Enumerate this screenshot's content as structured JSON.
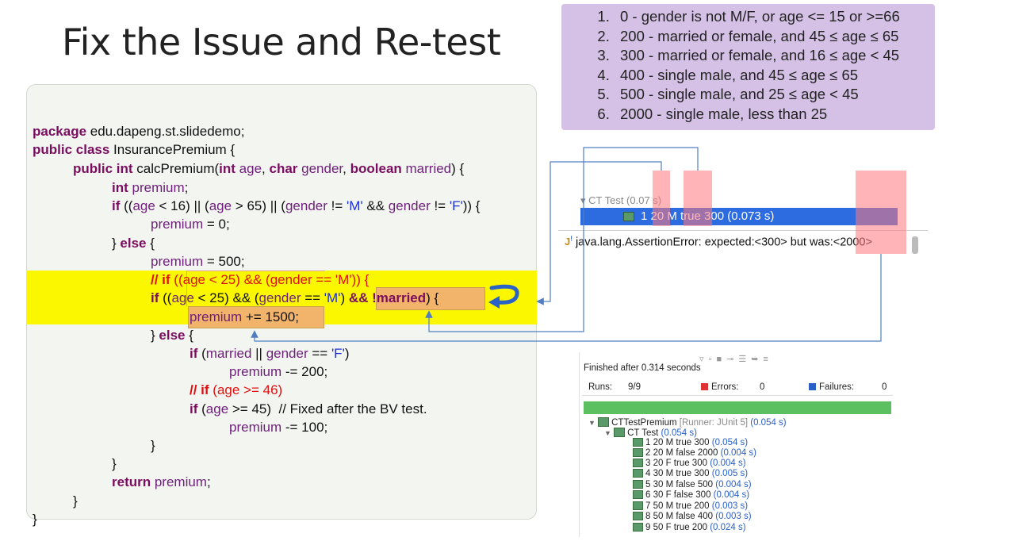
{
  "slide": {
    "title": "Fix the Issue and Re-test"
  },
  "legend": {
    "items": [
      "0 - gender is not M/F, or age <= 15 or >=66",
      "200 - married or female, and 45 ≤ age ≤ 65",
      "300 - married or female, and 16 ≤ age < 45",
      "400 - single male, and 45 ≤ age ≤ 65",
      "500 - single male, and 25 ≤ age < 45",
      "2000 - single male, less than 25"
    ]
  },
  "code": {
    "package_kw": "package",
    "package_name": " edu.dapeng.st.slidedemo;",
    "class_kw": "public class",
    "class_name": " InsurancePremium {",
    "m_public": "public int",
    "m_name": " calcPremium(",
    "m_int": "int",
    "m_age": " age",
    "m_comma1": ", ",
    "m_char": "char",
    "m_gender": " gender",
    "m_comma2": ", ",
    "m_bool": "boolean",
    "m_married": " married",
    "m_end": ") {",
    "l4_int": "int",
    "l4_premium": " premium",
    "l4_semi": ";",
    "l5_if": "if",
    "l5_a": " ((",
    "l5_age1": "age",
    "l5_b": " < 16) || (",
    "l5_age2": "age",
    "l5_c": " > 65) || (",
    "l5_gender1": "gender",
    "l5_d": " != ",
    "l5_m": "'M'",
    "l5_e": " && ",
    "l5_gender2": "gender",
    "l5_f": " != ",
    "l5_fv": "'F'",
    "l5_g": ")) {",
    "l6_premium": "premium",
    "l6_rest": " = 0;",
    "l7_brace": "} ",
    "l7_else": "else",
    "l7_rest": " {",
    "l8_premium": "premium",
    "l8_rest": " = 500;",
    "l9_slashes": "// ",
    "l9_if": "if",
    "l9_rest": " ((age < 25) && (gender == 'M')) {",
    "l10_if": "if",
    "l10_a": " ((",
    "l10_age": "age",
    "l10_b": " < 25) && (",
    "l10_gender": "gender",
    "l10_c": " == ",
    "l10_m": "'M'",
    "l10_d": ") ",
    "l10_married": "&& !married",
    "l10_e": ") {",
    "l11_premium": "premium",
    "l11_rest": " += 1500;",
    "l12_brace": "} ",
    "l12_else": "else",
    "l12_rest": " {",
    "l13_if": "if",
    "l13_a": " (",
    "l13_married": "married",
    "l13_b": " || ",
    "l13_gender": "gender",
    "l13_c": " == ",
    "l13_f": "'F'",
    "l13_d": ")",
    "l14_premium": "premium",
    "l14_rest": " -= 200;",
    "l15_slashes": "// ",
    "l15_if": "if",
    "l15_rest": " (age >= 46)",
    "l16_if": "if",
    "l16_a": " (",
    "l16_age": "age",
    "l16_rest": " >= 45)  // Fixed after the BV test.",
    "l17_premium": "premium",
    "l17_rest": " -= 100;",
    "l18": "}",
    "l19": "}",
    "l20_return": "return",
    "l20_premium": " premium",
    "l20_semi": ";",
    "l21": "}",
    "l22": "}"
  },
  "junit_small": {
    "faint_row": "▾ CT Test (0.07 s)",
    "selected_row": "1 20 M true 300 (0.073 s)",
    "error_text": "java.lang.AssertionError: expected:<300> but was:<2000>"
  },
  "junit_big": {
    "finished": "Finished after 0.314 seconds",
    "runs_label": "Runs:",
    "runs_value": "9/9",
    "errors_label": "Errors:",
    "errors_value": "0",
    "failures_label": "Failures:",
    "failures_value": "0",
    "root_name": "CTTestPremium",
    "root_runner": " [Runner: JUnit 5] ",
    "root_time": "(0.054 s)",
    "suite_name": "CT Test ",
    "suite_time": "(0.054 s)",
    "cases": [
      {
        "name": "1 20 M true 300 ",
        "time": "(0.054 s)"
      },
      {
        "name": "2 20 M false 2000 ",
        "time": "(0.004 s)"
      },
      {
        "name": "3 20 F true 300 ",
        "time": "(0.004 s)"
      },
      {
        "name": "4 30 M true 300 ",
        "time": "(0.005 s)"
      },
      {
        "name": "5 30 M false 500 ",
        "time": "(0.004 s)"
      },
      {
        "name": "6 30 F false 300 ",
        "time": "(0.004 s)"
      },
      {
        "name": "7 50 M true 200 ",
        "time": "(0.003 s)"
      },
      {
        "name": "8 50 M false 400 ",
        "time": "(0.003 s)"
      },
      {
        "name": "9 50 F true 200 ",
        "time": "(0.024 s)"
      }
    ]
  },
  "colors": {
    "legend_bg": "#d5c1e6",
    "highlight_yellow": "#fbf700",
    "highlight_orange": "#f2b36a",
    "selection_blue": "#2c6be0",
    "progress_green": "#5cc060",
    "connector_blue": "#4f7fc0"
  }
}
